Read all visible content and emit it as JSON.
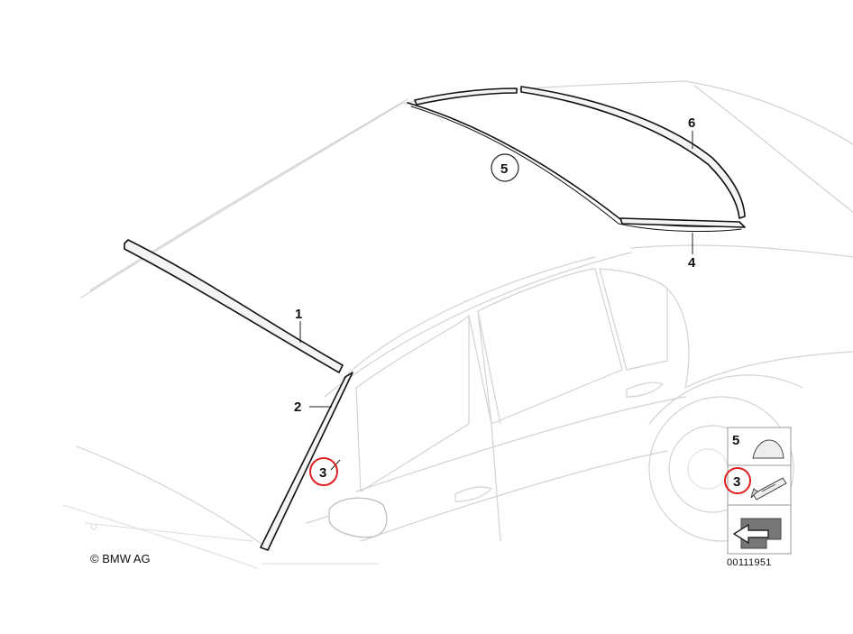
{
  "callouts": {
    "c1": "1",
    "c2": "2",
    "c3": "3",
    "c4": "4",
    "c5": "5",
    "c6": "6"
  },
  "legend": {
    "item5": "5",
    "item3": "3"
  },
  "copyright": "© BMW AG",
  "diagram_id": "00111951",
  "colors": {
    "highlight": "#e02020",
    "outline": "#d2d2d2",
    "part": "#111111"
  }
}
